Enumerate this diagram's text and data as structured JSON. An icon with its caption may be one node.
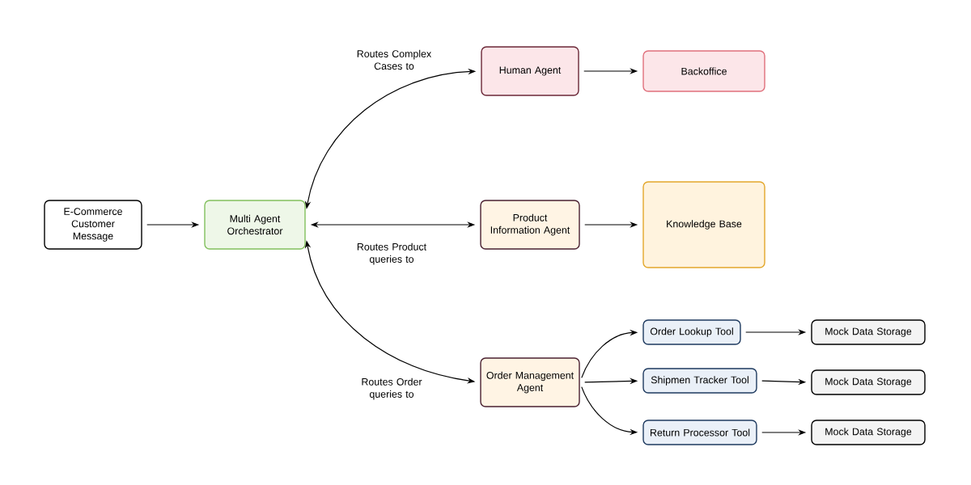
{
  "diagram": {
    "nodes": [
      {
        "text": [
          "E-Commerce Customer Message"
        ]
      },
      {
        "text": [
          "Multi Agent Orchestrator"
        ]
      },
      {
        "text": [
          "Human Agent"
        ]
      },
      {
        "text": [
          "Backoffice"
        ]
      },
      {
        "text": [
          "Product Information Agent"
        ]
      },
      {
        "text": [
          "Knowledge Base"
        ]
      },
      {
        "text": [
          "Order Management Agent"
        ]
      },
      {
        "text": [
          "Order Lookup Tool"
        ]
      },
      {
        "text": [
          "Shipmen Tracker Tool"
        ]
      },
      {
        "text": [
          "Return Processor Tool"
        ]
      },
      {
        "text": [
          "Mock Data Storage"
        ]
      },
      {
        "text": [
          "Mock Data Storage"
        ]
      },
      {
        "text": [
          "Mock Data Storage"
        ]
      }
    ],
    "edges": [
      {
        "from": 0,
        "to": 1,
        "arrow": "to"
      },
      {
        "from": 1,
        "to": 2,
        "arrow": "both",
        "label": "Routes Complex Cases to"
      },
      {
        "from": 2,
        "to": 3,
        "arrow": "to"
      },
      {
        "from": 1,
        "to": 4,
        "arrow": "both",
        "label": "Routes Product queries to"
      },
      {
        "from": 4,
        "to": 5,
        "arrow": "to"
      },
      {
        "from": 1,
        "to": 6,
        "arrow": "both",
        "label": "Routes Order queries to"
      },
      {
        "from": 6,
        "to": 7,
        "arrow": "to"
      },
      {
        "from": 6,
        "to": 8,
        "arrow": "to"
      },
      {
        "from": 6,
        "to": 9,
        "arrow": "to"
      },
      {
        "from": 7,
        "to": 10,
        "arrow": "to"
      },
      {
        "from": 8,
        "to": 11,
        "arrow": "to"
      },
      {
        "from": 9,
        "to": 12,
        "arrow": "to"
      }
    ]
  }
}
